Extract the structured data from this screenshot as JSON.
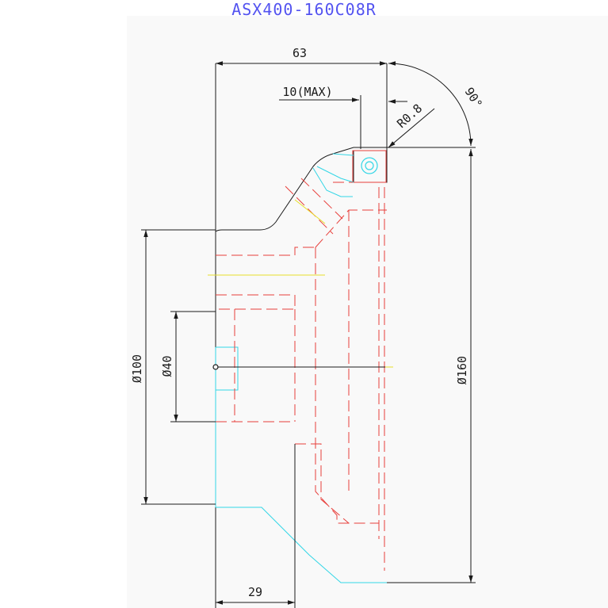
{
  "title": "ASX400-160C08R",
  "dimensions": {
    "width_total": "63",
    "depth_max": "10(MAX)",
    "corner_radius": "R0.8",
    "angle": "90°",
    "dia_160": "Ø160",
    "dia_100": "Ø100",
    "dia_40": "Ø40",
    "bottom_width": "29"
  },
  "colors": {
    "outline": "#1a1a1a",
    "hidden_lines": "#e8403c",
    "section": "#33d6e6",
    "centerline": "#e6e02a",
    "title": "#5353f0"
  }
}
